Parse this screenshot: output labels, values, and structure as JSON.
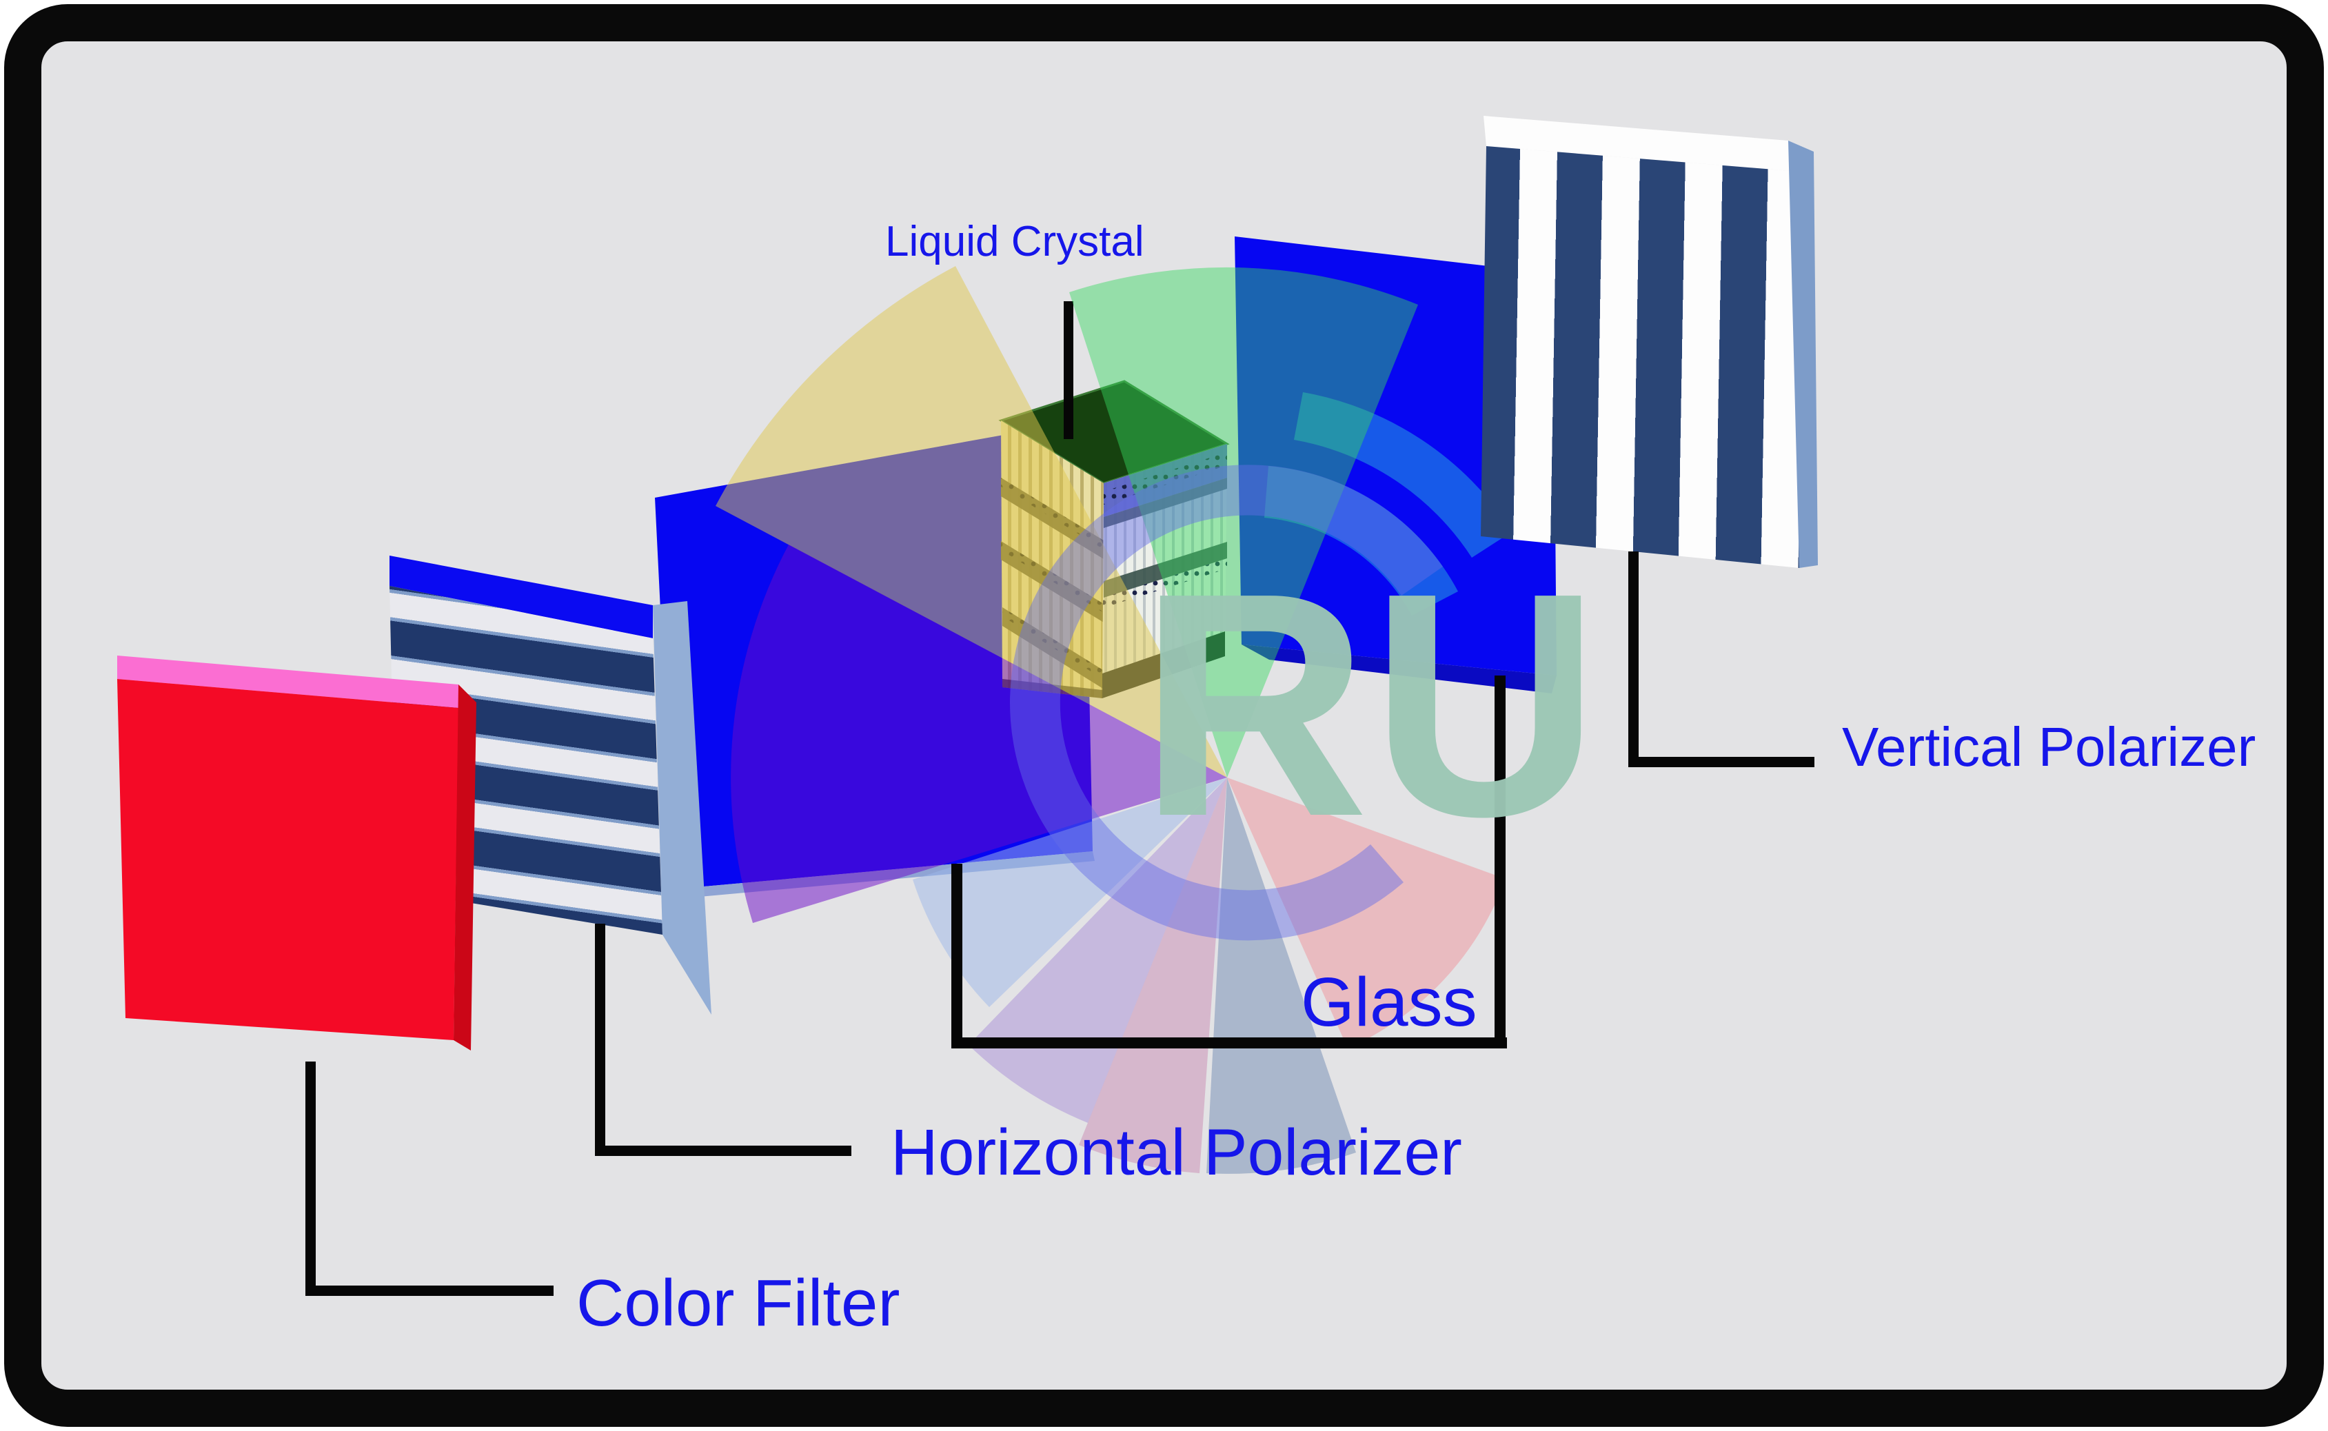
{
  "labels": {
    "liquid_crystal": "Liquid Crystal",
    "vertical_polarizer": "Vertical Polarizer",
    "glass": "Glass",
    "horizontal_polarizer": "Horizontal Polarizer",
    "color_filter": "Color Filter"
  },
  "watermark": {
    "text": "RU",
    "color": "#9cc7b5",
    "ring_color": "rgba(100,110,232,0.46)"
  },
  "colors": {
    "background": "#e3e3e5",
    "frame": "#0a0a0a",
    "label_text": "#1616ea",
    "leader_line": "#060606",
    "glass_blue": "#0606f2",
    "glass_edge": "#8fa4d4",
    "glass_bevel": "#0a0ac2",
    "glass_arc": "#1b6ae8",
    "filter_red": "#f40a26",
    "filter_pink_top": "#fb6ed2",
    "filter_dark_side": "#cb0617",
    "hpol_stripe_dark": "#20386b",
    "hpol_stripe_light": "#e9e9ee",
    "hpol_stripe_edge": "#7f9cc8",
    "hpol_top": "#0a0af2",
    "hpol_side": "#93aed6",
    "vpol_stripe_dark": "#2a4576",
    "vpol_stripe_light": "#fdfdfd",
    "vpol_side": "#7d9cc9",
    "lc_top": "#16420f",
    "lc_top_rim": "#58a84c",
    "lc_left": "#e9dfa3",
    "lc_left_band": "#6d6430",
    "lc_right": "#edf0ea",
    "lc_right_band_blue": "#5660c4",
    "lc_right_band_dark": "#37514a",
    "lc_bottom_edge": "#1a2220",
    "fans": {
      "yellow": "#dfc850",
      "green": "#35d85f",
      "purple": "#6b0ac8",
      "pale_blue": "#9db8ea",
      "lavender": "#a98fd8",
      "mauve": "#c98cb4",
      "slate": "#7b93b8",
      "salmon": "#ee9aa2"
    }
  }
}
